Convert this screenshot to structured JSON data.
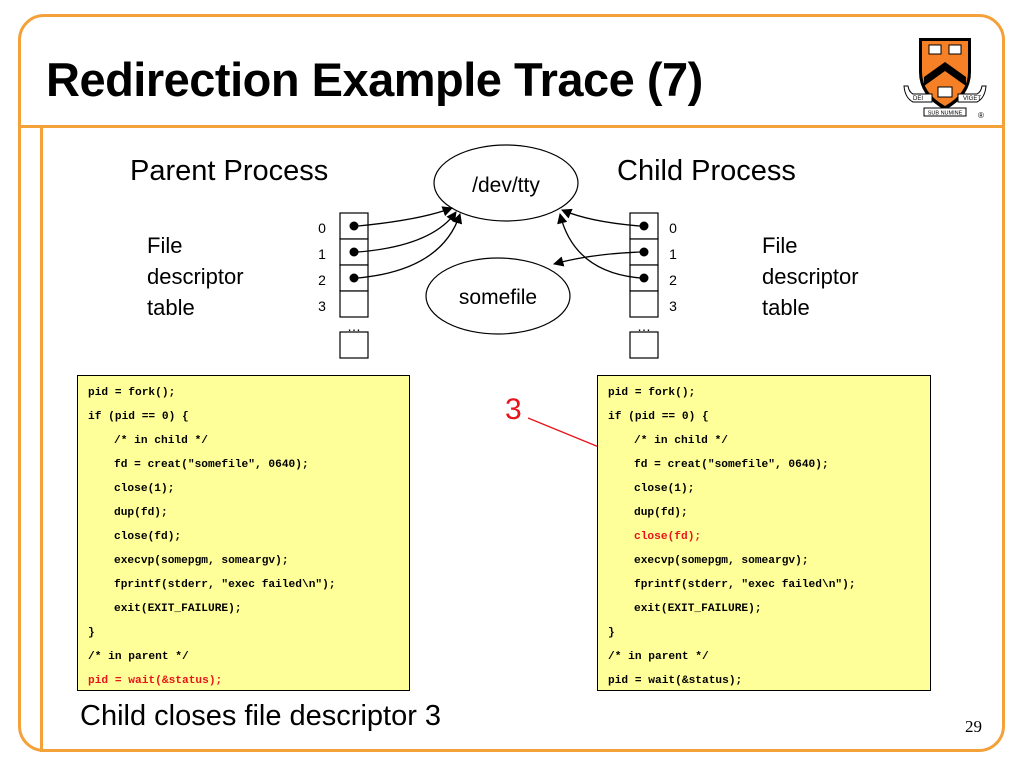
{
  "slide": {
    "title": "Redirection Example Trace (7)",
    "page_number": "29",
    "caption": "Child closes file descriptor 3",
    "step_marker": "3"
  },
  "logo": {
    "motto_left": "DEI",
    "motto_mid": "SUB NUMINE",
    "motto_right": "VIGET",
    "registered": "®"
  },
  "parent": {
    "heading": "Parent Process",
    "fd_label": [
      "File",
      "descriptor",
      "table"
    ],
    "fd_indices": [
      "0",
      "1",
      "2",
      "3"
    ],
    "ellipsis": "…",
    "code": [
      {
        "text": "pid = fork();",
        "indent": false,
        "highlight": false
      },
      {
        "text": "if (pid == 0) {",
        "indent": false,
        "highlight": false
      },
      {
        "text": "/* in child */",
        "indent": true,
        "highlight": false
      },
      {
        "text": "fd = creat(\"somefile\", 0640);",
        "indent": true,
        "highlight": false
      },
      {
        "text": "close(1);",
        "indent": true,
        "highlight": false
      },
      {
        "text": "dup(fd);",
        "indent": true,
        "highlight": false
      },
      {
        "text": "close(fd);",
        "indent": true,
        "highlight": false
      },
      {
        "text": "execvp(somepgm, someargv);",
        "indent": true,
        "highlight": false
      },
      {
        "text": "fprintf(stderr, \"exec failed\\n\");",
        "indent": true,
        "highlight": false
      },
      {
        "text": "exit(EXIT_FAILURE);",
        "indent": true,
        "highlight": false
      },
      {
        "text": "}",
        "indent": false,
        "highlight": false
      },
      {
        "text": "/* in parent */",
        "indent": false,
        "highlight": false
      },
      {
        "text": "pid = wait(&status);",
        "indent": false,
        "highlight": true
      }
    ]
  },
  "child": {
    "heading": "Child Process",
    "fd_label": [
      "File",
      "descriptor",
      "table"
    ],
    "fd_indices": [
      "0",
      "1",
      "2",
      "3"
    ],
    "ellipsis": "…",
    "code": [
      {
        "text": "pid = fork();",
        "indent": false,
        "highlight": false
      },
      {
        "text": "if (pid == 0) {",
        "indent": false,
        "highlight": false
      },
      {
        "text": "/* in child */",
        "indent": true,
        "highlight": false
      },
      {
        "text": "fd = creat(\"somefile\", 0640);",
        "indent": true,
        "highlight": false
      },
      {
        "text": "close(1);",
        "indent": true,
        "highlight": false
      },
      {
        "text": "dup(fd);",
        "indent": true,
        "highlight": false
      },
      {
        "text": "close(fd);",
        "indent": true,
        "highlight": true
      },
      {
        "text": "execvp(somepgm, someargv);",
        "indent": true,
        "highlight": false
      },
      {
        "text": "fprintf(stderr, \"exec failed\\n\");",
        "indent": true,
        "highlight": false
      },
      {
        "text": "exit(EXIT_FAILURE);",
        "indent": true,
        "highlight": false
      },
      {
        "text": "}",
        "indent": false,
        "highlight": false
      },
      {
        "text": "/* in parent */",
        "indent": false,
        "highlight": false
      },
      {
        "text": "pid = wait(&status);",
        "indent": false,
        "highlight": false
      }
    ]
  },
  "files": {
    "tty": "/dev/tty",
    "somefile": "somefile"
  },
  "colors": {
    "frame": "#F4A13A",
    "code_background": "#FFFF99",
    "highlight": "#E8141B",
    "logo_orange": "#F58025"
  }
}
